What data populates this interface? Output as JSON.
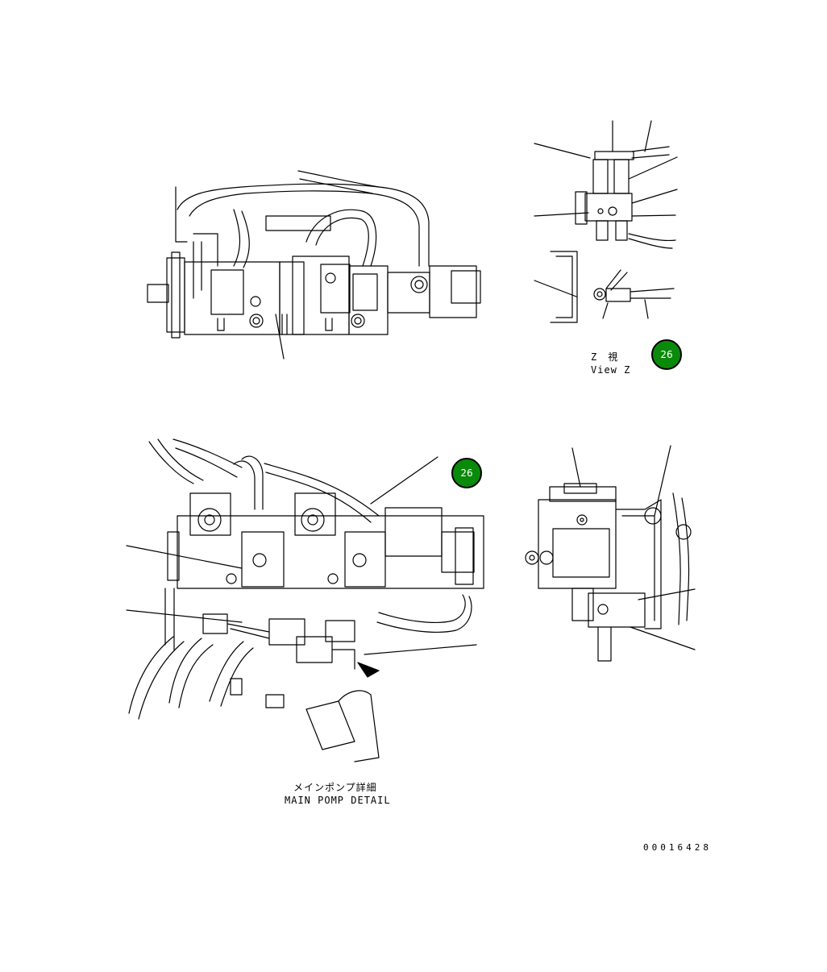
{
  "views": {
    "view_z": {
      "title_jp": "Z　視",
      "title_en": "View Z"
    },
    "main_pump_detail": {
      "title_jp": "メインポンプ詳細",
      "title_en": "MAIN POMP DETAIL"
    }
  },
  "callouts": [
    {
      "label": "26"
    },
    {
      "label": "26"
    }
  ],
  "drawing_number": "00016428",
  "colors": {
    "callout_fill": "#0a8a0a",
    "callout_border": "#000000",
    "line": "#000000",
    "background": "#ffffff"
  }
}
